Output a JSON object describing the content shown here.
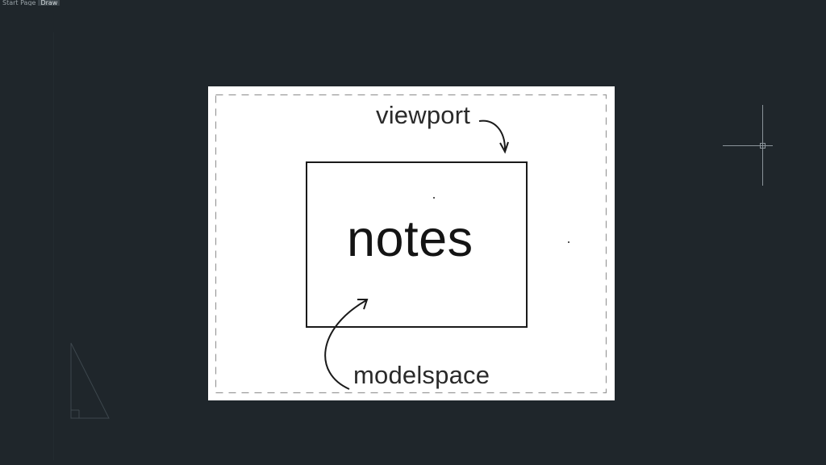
{
  "tabs": [
    {
      "label": "Start Page",
      "active": false
    },
    {
      "label": "Draw",
      "active": true
    }
  ],
  "paper": {
    "annotations": {
      "viewport_label": "viewport",
      "notes_label": "notes",
      "modelspace_label": "modelspace"
    }
  },
  "colors": {
    "background": "#1f262b",
    "paper": "#ffffff",
    "crosshair": "#8a9399",
    "ink": "#141414"
  },
  "icons": {
    "crosshair": "crosshair-cursor-icon",
    "ucs": "ucs-triangle-icon"
  }
}
